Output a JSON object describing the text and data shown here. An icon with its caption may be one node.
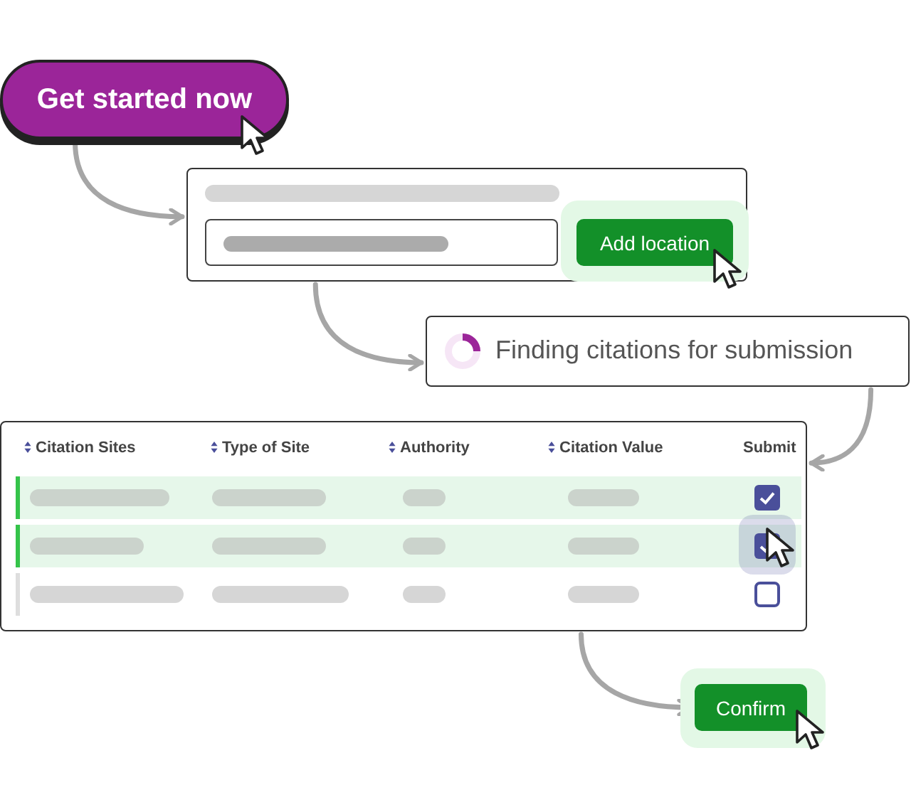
{
  "diagram": {
    "nodes": [
      {
        "text": [
          "Get started now"
        ]
      },
      {
        "text": [],
        "shape": "box"
      },
      {
        "text": [
          "Add location"
        ],
        "in": 1
      },
      {
        "text": [
          "Finding citations for submission"
        ]
      },
      {
        "text": [],
        "shape": "box"
      },
      {
        "text": [
          "Confirm"
        ]
      }
    ],
    "edges": [
      {
        "from": 0,
        "to": 1,
        "arrow": "to"
      },
      {
        "from": 1,
        "to": 3,
        "arrow": "to"
      },
      {
        "from": 3,
        "to": 4,
        "arrow": "to"
      },
      {
        "from": 4,
        "to": 5,
        "arrow": "to"
      }
    ],
    "labels": [
      "Citation Sites",
      "Type of Site",
      "Authority",
      "Citation Value",
      "Submit"
    ]
  }
}
